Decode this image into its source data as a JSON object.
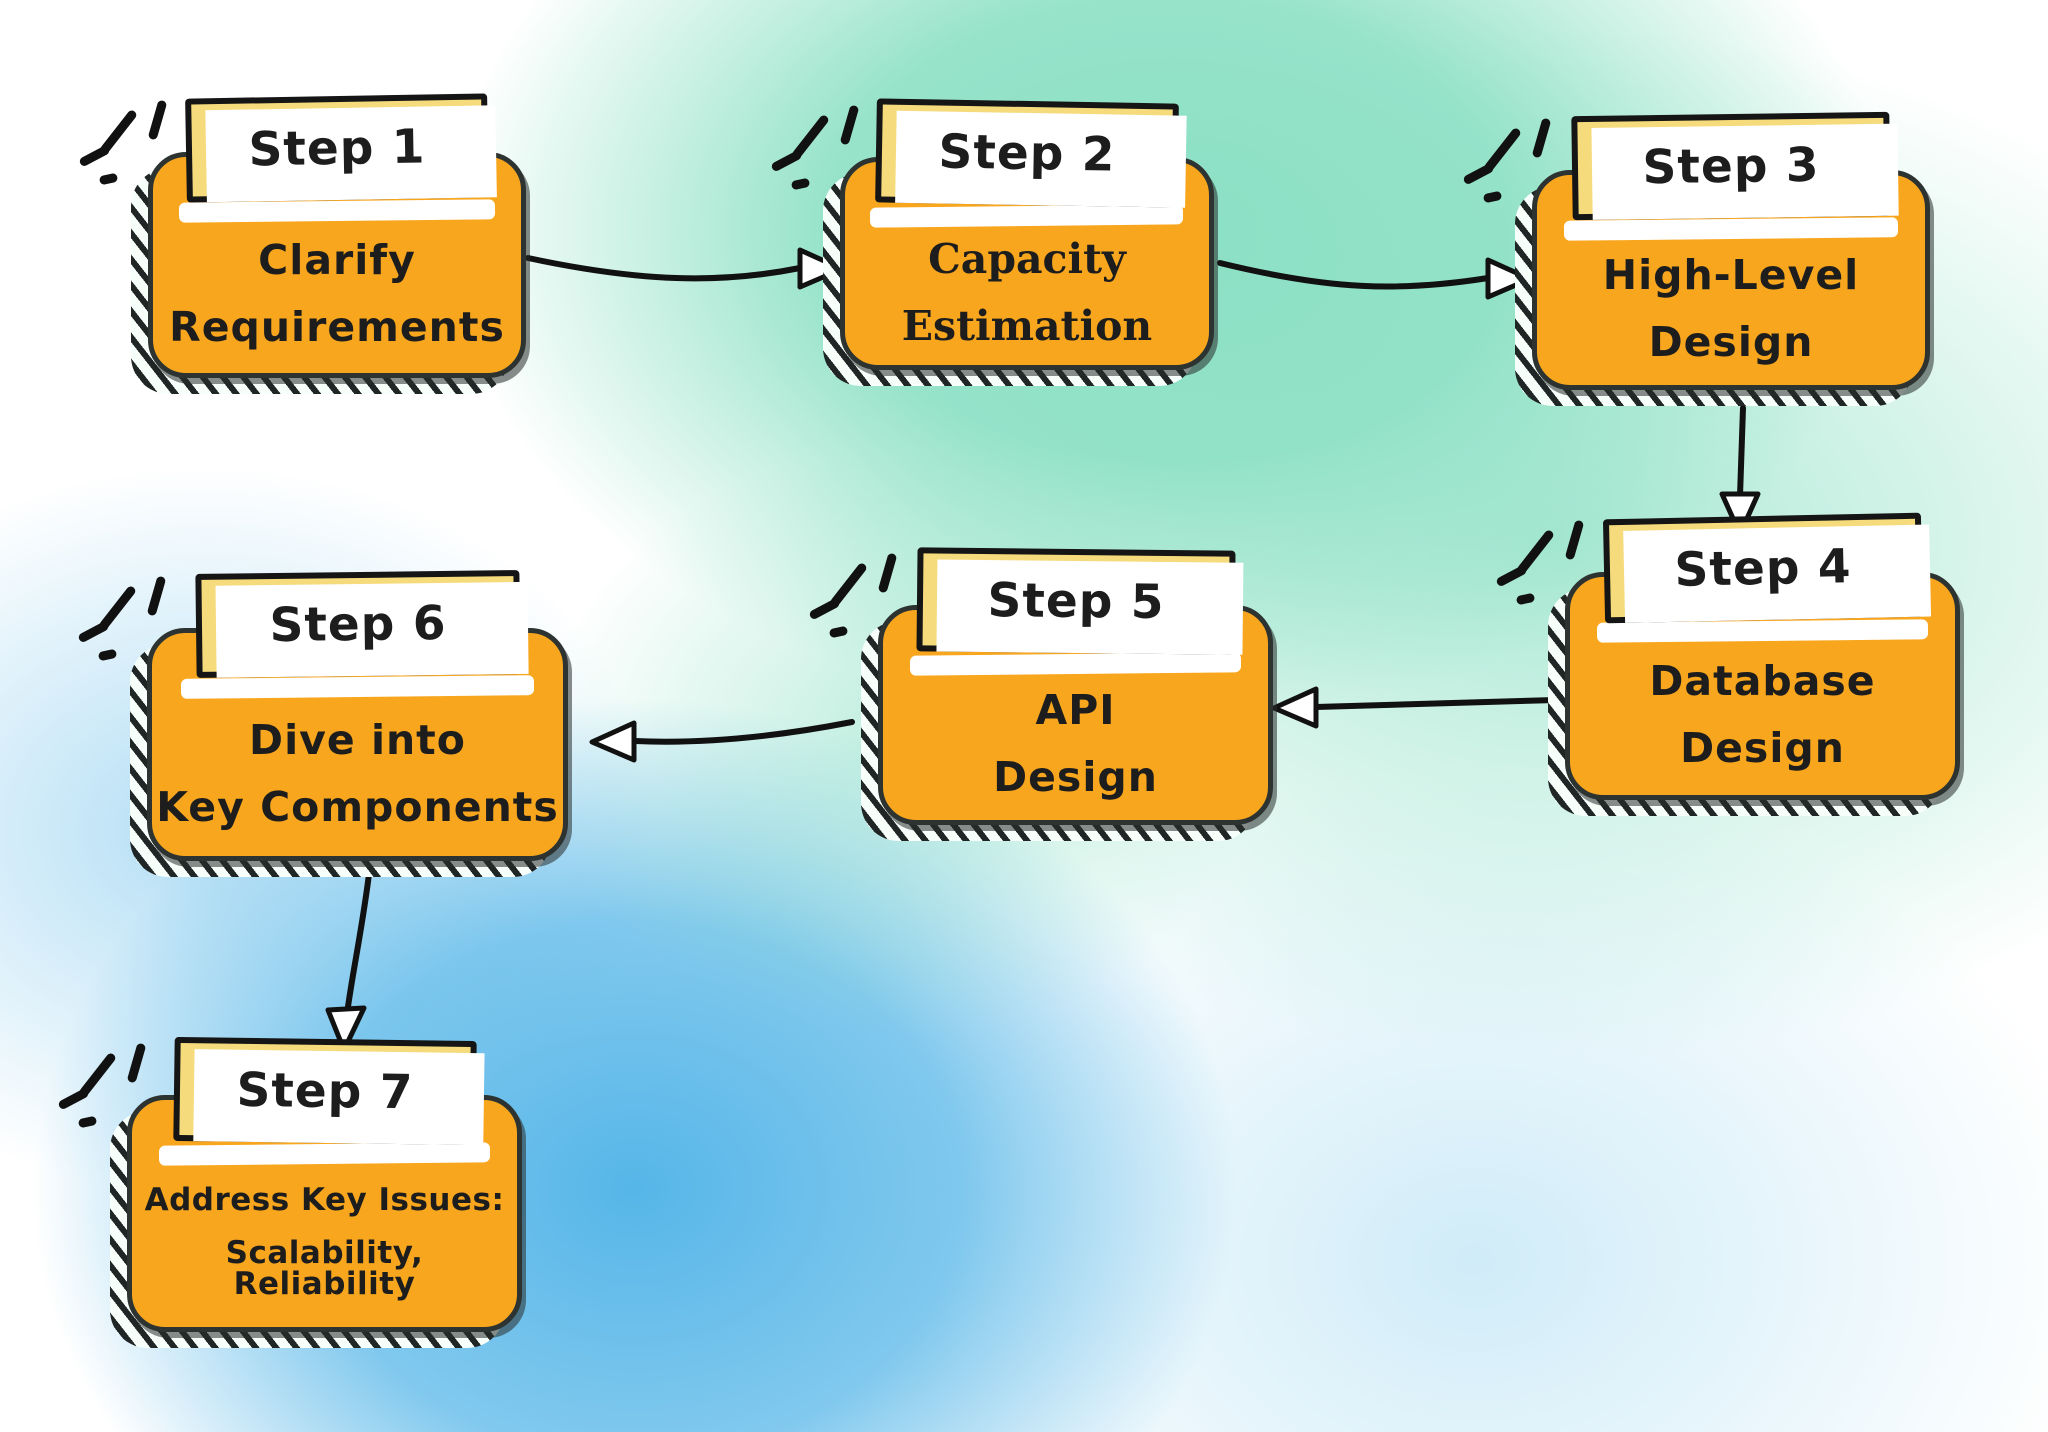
{
  "diagram": {
    "steps": [
      {
        "label": "Step 1",
        "lines": [
          "Clarify",
          "Requirements"
        ]
      },
      {
        "label": "Step 2",
        "lines": [
          "Capacity",
          "Estimation"
        ]
      },
      {
        "label": "Step 3",
        "lines": [
          "High-Level",
          "Design"
        ]
      },
      {
        "label": "Step 4",
        "lines": [
          "Database",
          "Design"
        ]
      },
      {
        "label": "Step 5",
        "lines": [
          "API",
          "Design"
        ]
      },
      {
        "label": "Step 6",
        "lines": [
          "Dive into",
          "Key Components"
        ]
      },
      {
        "label": "Step 7",
        "lines": [
          "Address Key Issues:",
          "Scalability, Reliability"
        ]
      }
    ],
    "connections": [
      {
        "from": "Step 1",
        "to": "Step 2"
      },
      {
        "from": "Step 2",
        "to": "Step 3"
      },
      {
        "from": "Step 3",
        "to": "Step 4"
      },
      {
        "from": "Step 4",
        "to": "Step 5"
      },
      {
        "from": "Step 5",
        "to": "Step 6"
      },
      {
        "from": "Step 6",
        "to": "Step 7"
      }
    ],
    "colors": {
      "card": "#F8A61D",
      "banner": "#F6DB7D",
      "card_outline": "#2D3331",
      "banner_outline": "#151515",
      "text": "#1D1D1D",
      "arrow": "#111111",
      "bg_teal": "#8BE0C4",
      "bg_blue": "#56B6E8",
      "bg_base": "#FFFFFF"
    }
  }
}
